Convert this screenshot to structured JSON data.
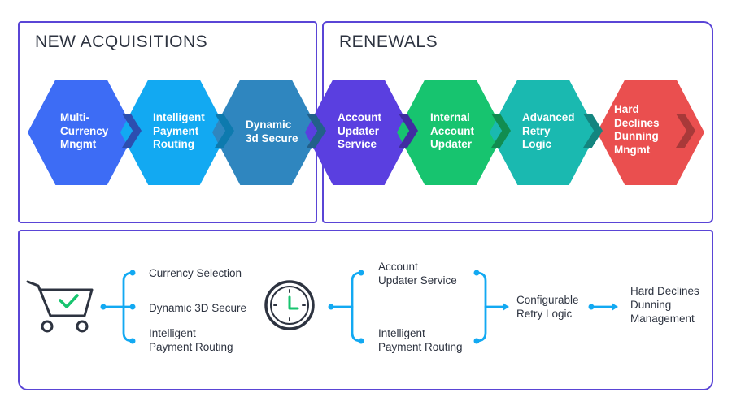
{
  "sections": {
    "new_acquisitions": "NEW ACQUISITIONS",
    "renewals": "RENEWALS"
  },
  "steps": [
    {
      "label": "Multi-\nCurrency\nMngmt",
      "color": "#3d6cf5"
    },
    {
      "label": "Intelligent\nPayment\nRouting",
      "color": "#12a9f2"
    },
    {
      "label": "Dynamic\n3d Secure",
      "color": "#2f86bf"
    },
    {
      "label": "Account\nUpdater\nService",
      "color": "#5a3fe0"
    },
    {
      "label": "Internal\nAccount\nUpdater",
      "color": "#17c46f"
    },
    {
      "label": "Advanced\nRetry\nLogic",
      "color": "#1ab9b0"
    },
    {
      "label": "Hard\nDeclines\nDunning\nMngmt",
      "color": "#ea4f4f"
    }
  ],
  "flow": {
    "acquisition_options": [
      "Currency Selection",
      "Dynamic 3D Secure",
      "Intelligent\nPayment Routing"
    ],
    "renewal_options": [
      "Account\nUpdater Service",
      "Intelligent\nPayment Routing"
    ],
    "retry": "Configurable\nRetry Logic",
    "final": "Hard Declines\nDunning\nManagement"
  },
  "icons": [
    "shopping-cart-icon",
    "checkmark-icon",
    "clock-icon"
  ],
  "colors": {
    "panel_border": "#5a45d6",
    "connector": "#12a9f2",
    "text": "#2d3340",
    "check": "#17c46f"
  }
}
